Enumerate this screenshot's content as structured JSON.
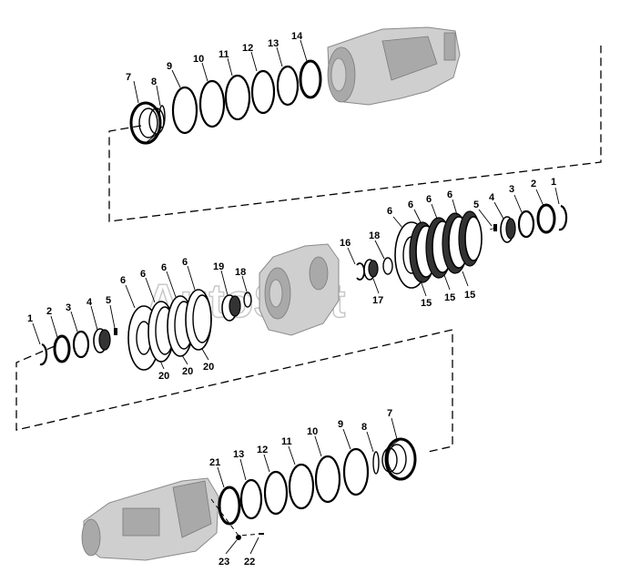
{
  "diagram": {
    "watermark": "AutoSoft",
    "labels": {
      "top": [
        "7",
        "8",
        "9",
        "10",
        "11",
        "12",
        "13",
        "14"
      ],
      "right_upper": [
        "6",
        "6",
        "6",
        "6",
        "5",
        "4",
        "3",
        "2",
        "1"
      ],
      "right_mid": [
        "16",
        "18",
        "17",
        "15",
        "15",
        "15"
      ],
      "left_mid": [
        "1",
        "2",
        "3",
        "4",
        "5",
        "6",
        "6",
        "6",
        "6",
        "19",
        "18"
      ],
      "left_bottom_tags": [
        "20",
        "20",
        "20"
      ],
      "bottom": [
        "21",
        "13",
        "12",
        "11",
        "10",
        "9",
        "8",
        "7",
        "23",
        "22"
      ]
    }
  }
}
